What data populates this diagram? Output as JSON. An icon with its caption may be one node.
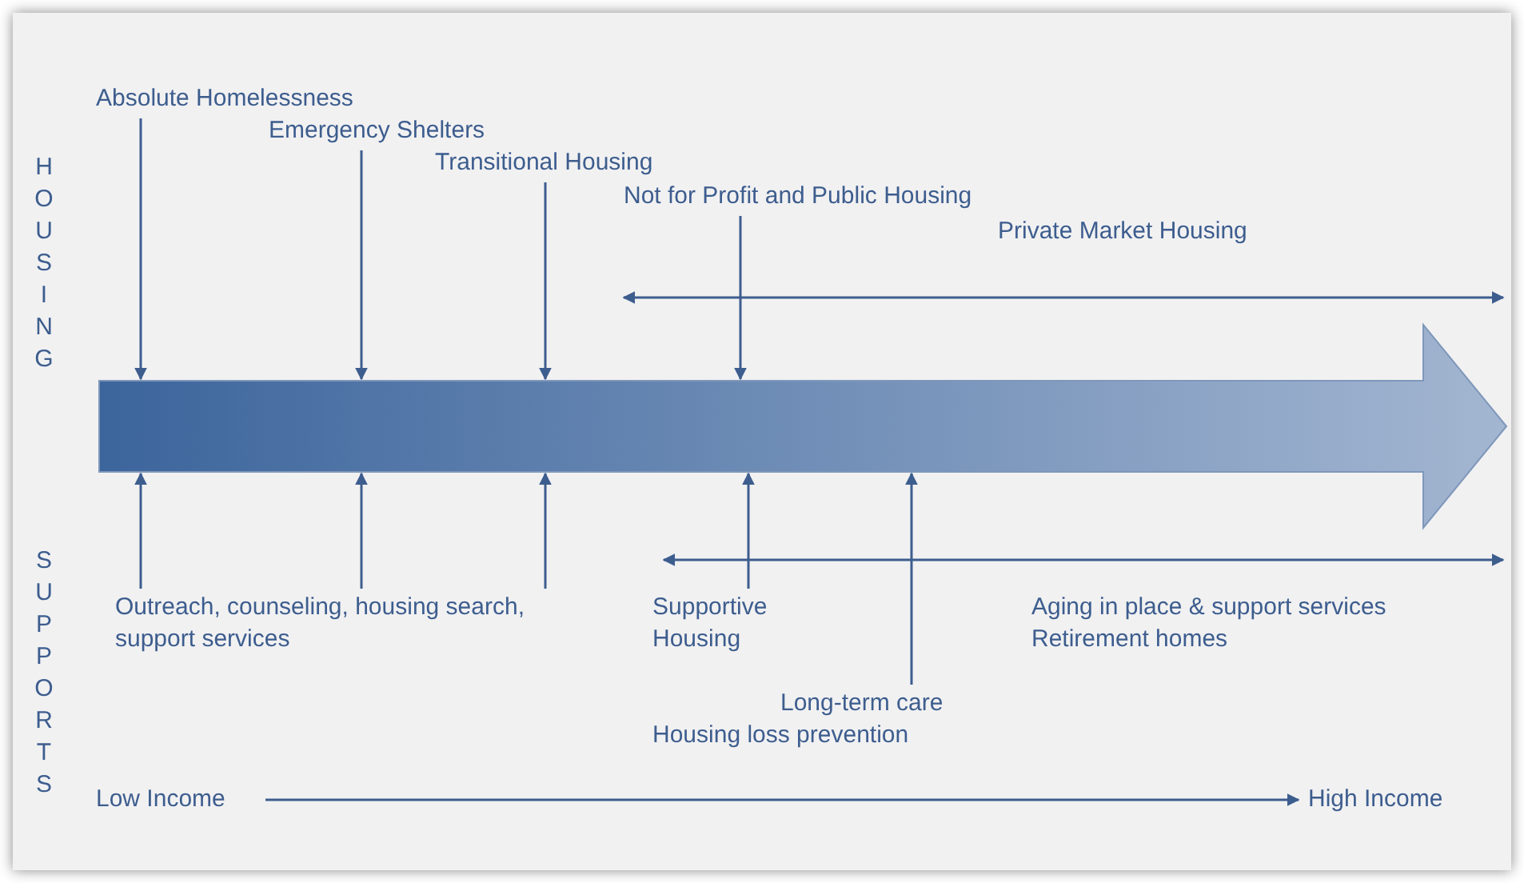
{
  "diagram": {
    "nodes": [
      {
        "text": [
          "Absolute Homelessness"
        ]
      },
      {
        "text": [
          "Emergency Shelters"
        ]
      },
      {
        "text": [
          "Transitional Housing"
        ]
      },
      {
        "text": [
          "Not for Profit and Public Housing"
        ]
      },
      {
        "text": [],
        "shape": "arrow"
      },
      {
        "text": [
          "Outreach, counseling, housing search, support services"
        ]
      },
      {
        "text": [
          "Supportive Housing"
        ]
      },
      {
        "text": [
          "Long-term care"
        ]
      },
      {
        "text": [
          "Low Income"
        ]
      },
      {
        "text": [
          "High Income"
        ]
      }
    ],
    "edges": [
      {
        "from": 0,
        "to": 4,
        "arrow": "to"
      },
      {
        "from": 1,
        "to": 4,
        "arrow": "to"
      },
      {
        "from": 2,
        "to": 4,
        "arrow": "to"
      },
      {
        "from": 3,
        "to": 4,
        "arrow": "to"
      },
      {
        "from": 5,
        "to": 4,
        "arrow": "to"
      },
      {
        "from": 5,
        "to": 4,
        "arrow": "to"
      },
      {
        "from": 5,
        "to": 4,
        "arrow": "to"
      },
      {
        "from": 6,
        "to": 4,
        "arrow": "to"
      },
      {
        "from": 7,
        "to": 4,
        "arrow": "to"
      },
      {
        "from": 8,
        "to": 9,
        "arrow": "to"
      }
    ],
    "labels": [
      "HOUSING",
      "Private Market Housing",
      "SUPPORTS",
      "Aging in place & support services",
      "Retirement homes",
      "Housing loss prevention"
    ]
  }
}
